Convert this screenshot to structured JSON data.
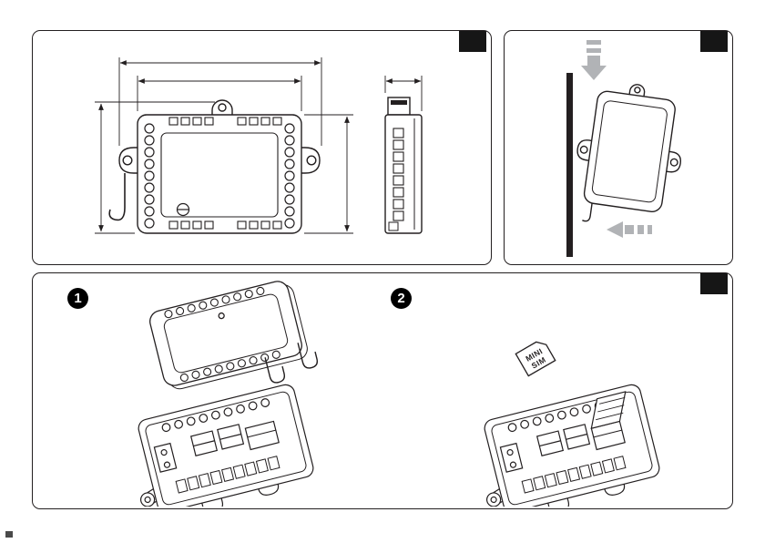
{
  "steps": [
    {
      "label": "1"
    },
    {
      "label": "2"
    }
  ],
  "sim_card": {
    "line1": "MINI",
    "line2": "SIM"
  },
  "icons": {
    "corner_tag": "solid-black-figure-tag",
    "down_arrow": "gray-slide-down-arrow",
    "left_arrow": "gray-slide-left-arrow",
    "dimension_arrows": "double-headed-dimension-lines"
  },
  "colors": {
    "ink": "#231f20",
    "arrow_gray": "#b1b3b6",
    "tag": "#161616",
    "background": "#ffffff"
  }
}
